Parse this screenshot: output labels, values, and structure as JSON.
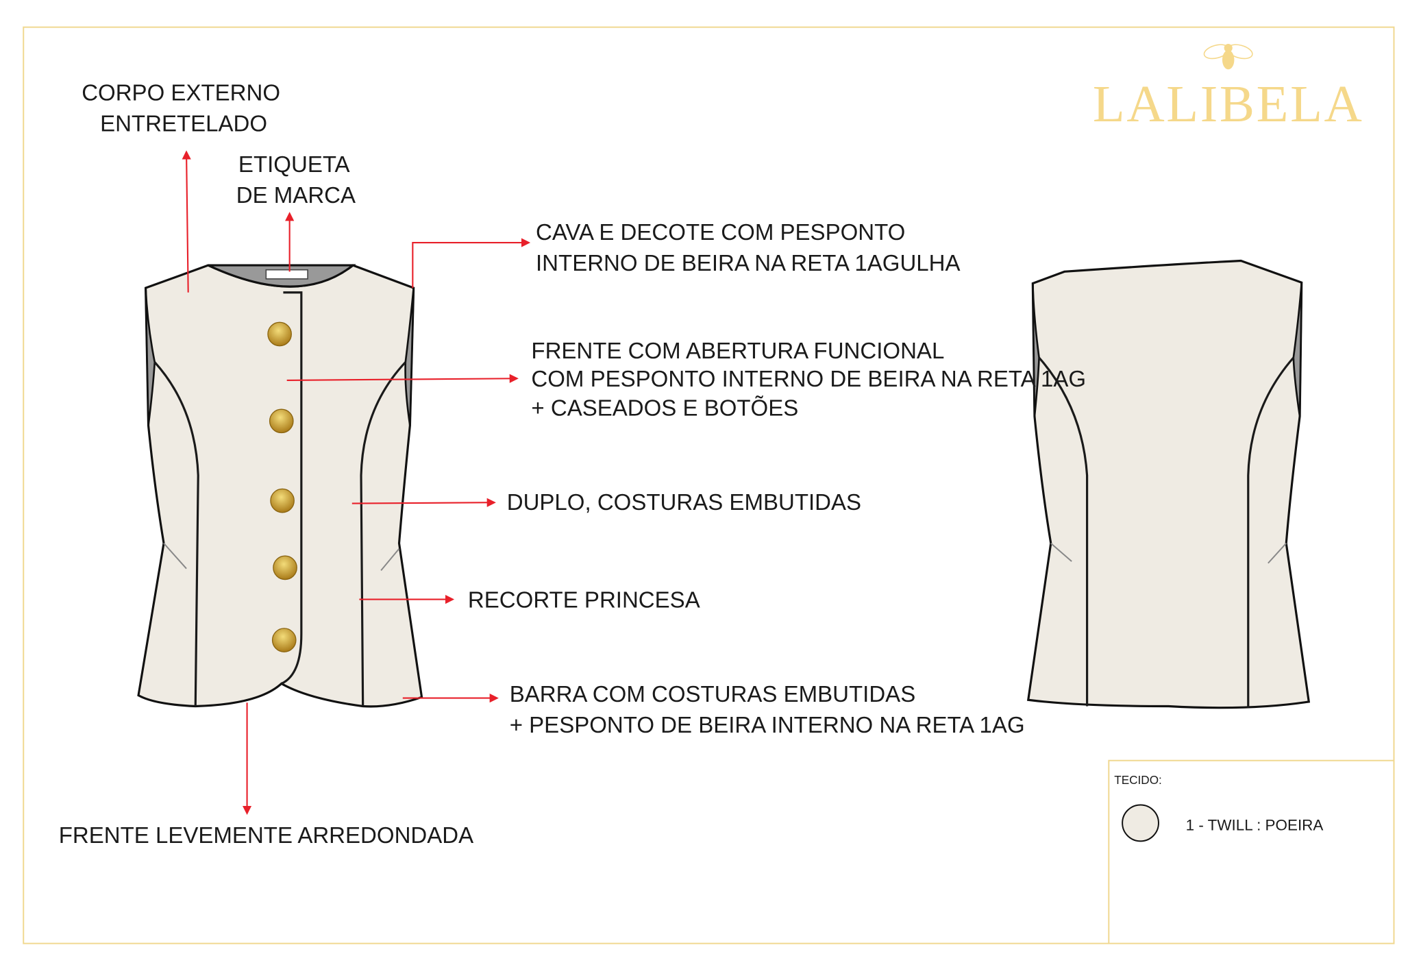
{
  "brand": {
    "name": "LALIBELA",
    "color": "#f5d88a"
  },
  "annotations": {
    "corpo": [
      "CORPO EXTERNO",
      "ENTRETELADO"
    ],
    "etiqueta": [
      "ETIQUETA",
      "DE MARCA"
    ],
    "cava": [
      "CAVA E DECOTE COM PESPONTO",
      "INTERNO DE BEIRA NA RETA 1AGULHA"
    ],
    "frente": [
      "FRENTE COM ABERTURA FUNCIONAL",
      "COM PESPONTO INTERNO DE BEIRA NA RETA 1AG",
      "+  CASEADOS E BOTÕES"
    ],
    "duplo": "DUPLO, COSTURAS EMBUTIDAS",
    "recorte": "RECORTE PRINCESA",
    "barra": [
      "BARRA COM COSTURAS EMBUTIDAS",
      "+  PESPONTO DE BEIRA INTERNO NA RETA 1AG"
    ],
    "frente_arredondada": "FRENTE LEVEMENTE ARREDONDADA"
  },
  "fabric": {
    "title": "TECIDO:",
    "items": [
      {
        "label": "1 - TWILL : POEIRA",
        "color": "#efebe3"
      }
    ]
  },
  "colors": {
    "frame": "#f0d890",
    "arrow": "#e8202a",
    "fabric": "#efebe3",
    "button": "#c9a030"
  }
}
